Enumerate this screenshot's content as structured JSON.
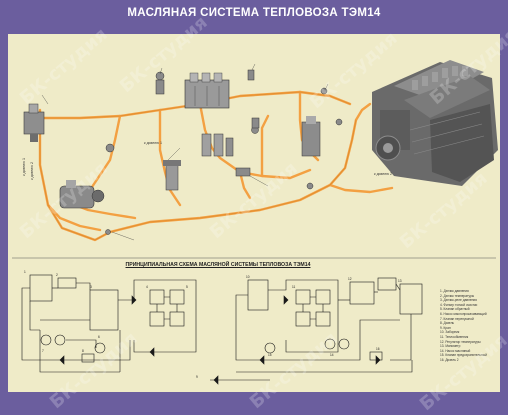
{
  "title": "МАСЛЯНАЯ СИСТЕМА ТЕПЛОВОЗА ТЭМ14",
  "schematic_title": "ПРИНЦИПИАЛЬНАЯ СХЕМА МАСЛЯНОЙ СИСТЕМЫ ТЕПЛОВОЗА ТЭМ14",
  "watermark": "БК-студия",
  "pipe_labels": {
    "to_diesel_1": "к дизелю 1",
    "to_diesel_2": "к дизелю 2",
    "to_diesel_3": "к дизелю 1",
    "from_diesel": "к дизелю 2"
  },
  "legend": [
    "1. Датчик давления",
    "2. Датчик температуры",
    "3. Датчик-реле давления",
    "4. Фильтр тонкой очистки",
    "5. Клапан обратный",
    "6. Насос маслопрокачивающий",
    "7. Клапан перепускной",
    "8. Дизель",
    "9. Кран",
    "10. Заборник",
    "11. Теплообменник",
    "12. Регулятор температуры",
    "13. Манометр",
    "14. Насос масляный",
    "15. Клапан предохранительный",
    "16. Дизель 2"
  ],
  "colors": {
    "frame": "#6b5e9e",
    "panel": "#efebc8",
    "pipe": "#f3a042",
    "line": "#1a1a1a"
  }
}
